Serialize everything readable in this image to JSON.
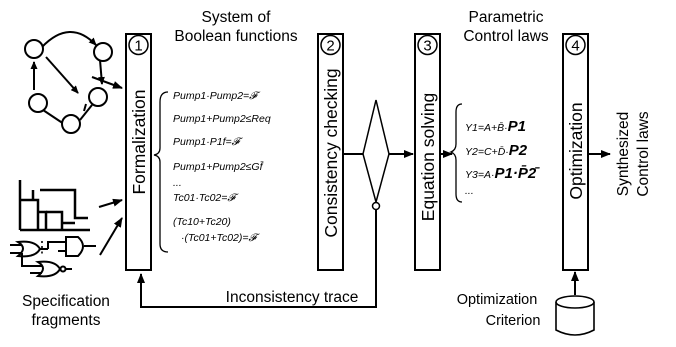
{
  "header": {
    "boolean_functions": [
      "System of",
      "Boolean functions"
    ],
    "control_laws": [
      "Parametric",
      "Control laws"
    ]
  },
  "stages": [
    {
      "number": "1",
      "label": "Formalization"
    },
    {
      "number": "2",
      "label": "Consistency checking"
    },
    {
      "number": "3",
      "label": "Equation solving"
    },
    {
      "number": "4",
      "label": "Optimization"
    }
  ],
  "boolean_functions": [
    {
      "text": "Pump1·Pump2=𝓕"
    },
    {
      "text": "Pump1+Pump2≤Req"
    },
    {
      "text": "Pump1·P1f=𝓕"
    },
    {
      "text": "Pump1+Pump2≤Gf̄"
    },
    {
      "text": "..."
    },
    {
      "text": "Tc01·Tc02=𝓕"
    },
    {
      "text": "(Tc10+Tc20)"
    },
    {
      "text": "·(Tc01+Tc02)=𝓕"
    }
  ],
  "control_laws": [
    {
      "prefix": "Y1=A+B̄·",
      "param": "P1"
    },
    {
      "prefix": "Y2=C+D̄·",
      "param": "P2"
    },
    {
      "prefix": "Y3=A·",
      "param": "P1·P̄2̄"
    },
    {
      "prefix": "...",
      "param": ""
    }
  ],
  "ellipsis_left": "⋮",
  "labels": {
    "inconsistency_trace": "Inconsistency trace",
    "specification": [
      "Specification",
      "fragments"
    ],
    "optimization_criterion": [
      "Optimization",
      "Criterion"
    ],
    "synthesized": [
      "Synthesized",
      "Control laws"
    ]
  }
}
